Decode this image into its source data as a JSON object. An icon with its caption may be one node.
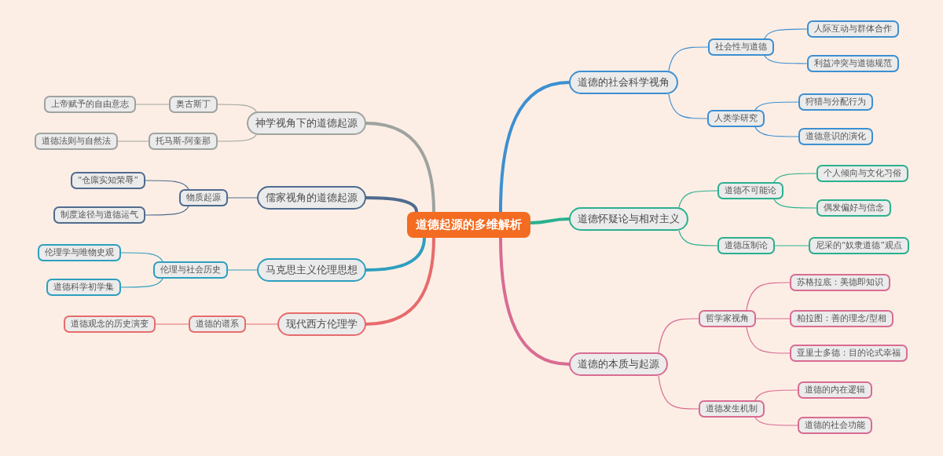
{
  "diagram": {
    "nodes": [
      {
        "text": [
          "道德起源的多维解析"
        ]
      },
      {
        "text": [
          "道德的社会科学视角"
        ]
      },
      {
        "text": [
          "社会性与道德"
        ]
      },
      {
        "text": [
          "人际互动与群体合作"
        ]
      },
      {
        "text": [
          "利益冲突与道德规范"
        ]
      },
      {
        "text": [
          "人类学研究"
        ]
      },
      {
        "text": [
          "狩猎与分配行为"
        ]
      },
      {
        "text": [
          "道德意识的演化"
        ]
      },
      {
        "text": [
          "道德怀疑论与相对主义"
        ]
      },
      {
        "text": [
          "道德不可能论"
        ]
      },
      {
        "text": [
          "个人倾向与文化习俗"
        ]
      },
      {
        "text": [
          "偶发偏好与信念"
        ]
      },
      {
        "text": [
          "道德压制论"
        ]
      },
      {
        "text": [
          "尼采的“奴隶道德”观点"
        ]
      },
      {
        "text": [
          "道德的本质与起源"
        ]
      },
      {
        "text": [
          "哲学家视角"
        ]
      },
      {
        "text": [
          "苏格拉底：美德即知识"
        ]
      },
      {
        "text": [
          "柏拉图：善的理念/型相"
        ]
      },
      {
        "text": [
          "亚里士多德：目的论式幸福"
        ]
      },
      {
        "text": [
          "道德发生机制"
        ]
      },
      {
        "text": [
          "道德的内在逻辑"
        ]
      },
      {
        "text": [
          "道德的社会功能"
        ]
      },
      {
        "text": [
          "神学视角下的道德起源"
        ]
      },
      {
        "text": [
          "奥古斯丁"
        ]
      },
      {
        "text": [
          "上帝赋予的自由意志"
        ]
      },
      {
        "text": [
          "托马斯-阿奎那"
        ]
      },
      {
        "text": [
          "道德法则与自然法"
        ]
      },
      {
        "text": [
          "儒家视角的道德起源"
        ]
      },
      {
        "text": [
          "物质起源"
        ]
      },
      {
        "text": [
          "“仓廪实知荣辱”"
        ]
      },
      {
        "text": [
          "制度途径与道德运气"
        ]
      },
      {
        "text": [
          "马克思主义伦理思想"
        ]
      },
      {
        "text": [
          "伦理与社会历史"
        ]
      },
      {
        "text": [
          "伦理学与唯物史观"
        ]
      },
      {
        "text": [
          "道德科学初学集"
        ]
      },
      {
        "text": [
          "现代西方伦理学"
        ]
      },
      {
        "text": [
          "道德的谱系"
        ]
      },
      {
        "text": [
          "道德观念的历史演变"
        ]
      }
    ],
    "edges": [
      {
        "from": 0,
        "to": 1,
        "arrow": "none",
        "style": "thick",
        "color": "#3d8fd1"
      },
      {
        "from": 1,
        "to": 2,
        "arrow": "none",
        "color": "#3d8fd1"
      },
      {
        "from": 2,
        "to": 3,
        "arrow": "none",
        "color": "#3d8fd1"
      },
      {
        "from": 2,
        "to": 4,
        "arrow": "none",
        "color": "#3d8fd1"
      },
      {
        "from": 1,
        "to": 5,
        "arrow": "none",
        "color": "#3d8fd1"
      },
      {
        "from": 5,
        "to": 6,
        "arrow": "none",
        "color": "#3d8fd1"
      },
      {
        "from": 5,
        "to": 7,
        "arrow": "none",
        "color": "#3d8fd1"
      },
      {
        "from": 0,
        "to": 8,
        "arrow": "none",
        "style": "thick",
        "color": "#2bb08e"
      },
      {
        "from": 8,
        "to": 9,
        "arrow": "none",
        "color": "#2bb08e"
      },
      {
        "from": 9,
        "to": 10,
        "arrow": "none",
        "color": "#2bb08e"
      },
      {
        "from": 9,
        "to": 11,
        "arrow": "none",
        "color": "#2bb08e"
      },
      {
        "from": 8,
        "to": 12,
        "arrow": "none",
        "color": "#2bb08e"
      },
      {
        "from": 12,
        "to": 13,
        "arrow": "none",
        "color": "#2bb08e"
      },
      {
        "from": 0,
        "to": 14,
        "arrow": "none",
        "style": "thick"
      },
      {
        "from": 14,
        "to": 15,
        "arrow": "none"
      },
      {
        "from": 15,
        "to": 16,
        "arrow": "none"
      },
      {
        "from": 15,
        "to": 17,
        "arrow": "none"
      },
      {
        "from": 15,
        "to": 18,
        "arrow": "none"
      },
      {
        "from": 14,
        "to": 19,
        "arrow": "none"
      },
      {
        "from": 19,
        "to": 20,
        "arrow": "none"
      },
      {
        "from": 19,
        "to": 21,
        "arrow": "none"
      },
      {
        "from": 0,
        "to": 22,
        "arrow": "none",
        "style": "thick",
        "color": "#9ea39f"
      },
      {
        "from": 22,
        "to": 23,
        "arrow": "none",
        "color": "#9ea39f"
      },
      {
        "from": 23,
        "to": 24,
        "arrow": "none",
        "color": "#9ea39f"
      },
      {
        "from": 22,
        "to": 25,
        "arrow": "none",
        "color": "#9ea39f"
      },
      {
        "from": 25,
        "to": 26,
        "arrow": "none",
        "color": "#9ea39f"
      },
      {
        "from": 0,
        "to": 27,
        "arrow": "none",
        "style": "thick",
        "color": "#506b8e"
      },
      {
        "from": 27,
        "to": 28,
        "arrow": "none",
        "color": "#506b8e"
      },
      {
        "from": 28,
        "to": 29,
        "arrow": "none",
        "color": "#506b8e"
      },
      {
        "from": 28,
        "to": 30,
        "arrow": "none",
        "color": "#506b8e"
      },
      {
        "from": 0,
        "to": 31,
        "arrow": "none",
        "style": "thick",
        "color": "#2e9fbf"
      },
      {
        "from": 31,
        "to": 32,
        "arrow": "none",
        "color": "#2e9fbf"
      },
      {
        "from": 32,
        "to": 33,
        "arrow": "none",
        "color": "#2e9fbf"
      },
      {
        "from": 32,
        "to": 34,
        "arrow": "none",
        "color": "#2e9fbf"
      },
      {
        "from": 0,
        "to": 35,
        "arrow": "none",
        "style": "thick",
        "color": "#e76b6c"
      },
      {
        "from": 35,
        "to": 36,
        "arrow": "none",
        "color": "#e76b6c"
      },
      {
        "from": 36,
        "to": 37,
        "arrow": "none",
        "color": "#e76b6c"
      }
    ]
  }
}
